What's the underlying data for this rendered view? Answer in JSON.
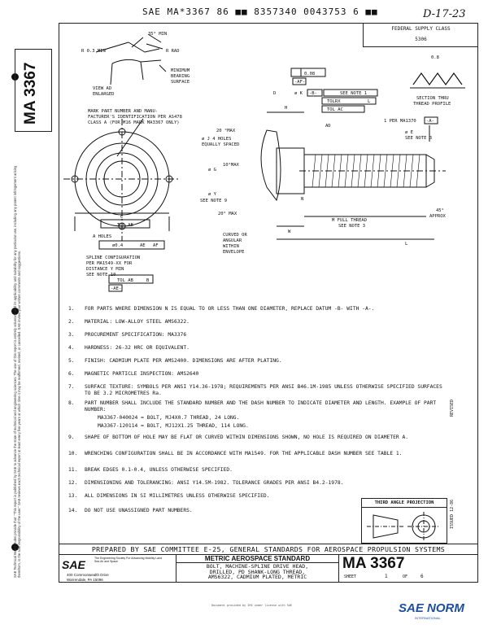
{
  "header": {
    "code_line": "SAE MA*3367 86 ■■ 8357340 0043753 6 ■■",
    "handwritten_date": "D-17-23"
  },
  "side_number": "MA 3367",
  "supply_class": {
    "label": "FEDERAL SUPPLY CLASS",
    "value": "5306"
  },
  "drawing": {
    "labels": {
      "angle_min": "35° MIN",
      "r_min": "R 0.3 MIN",
      "r_rad": "R RAD",
      "min_bearing_1": "MINIMUM",
      "min_bearing_2": "BEARING",
      "min_bearing_3": "SURFACE",
      "view_ad_1": "VIEW AD",
      "view_ad_2": "ENLARGED",
      "mark_1": "MARK PART NUMBER AND MANU-",
      "mark_2": "FACTURER'S IDENTIFICATION PER AS478",
      "mark_3": "CLASS A (FOR M16 MARK MA3367 ONLY)",
      "max_20": "20 °MAX",
      "holes_1": "ø J   4 HOLES",
      "holes_2": "EQUALLY SPACED",
      "max_10": "10°MAX",
      "g": "ø G",
      "y": "ø Y",
      "see_note_9": "SEE NOTE 9",
      "max_20b": "20° MAX",
      "curved_1": "CURVED OR",
      "curved_2": "ANGULAR",
      "curved_3": "WITHIN",
      "curved_4": "ENVELOPE",
      "datum_af": "-AF-",
      "tol_1": "0.08",
      "k": "ø K",
      "datum_b": "-B-",
      "see_note_1": "SEE NOTE 1",
      "tol_rx": "TOLRX",
      "ab": "L",
      "tol_2": "TOL AC",
      "a_lbl": "A",
      "h": "H",
      "d": "D",
      "ad": "AD",
      "per_ma": "1 PER MA1370",
      "datum_a": "-A-",
      "e": "ø E",
      "see_note_3": "SEE NOTE 3",
      "w": "W",
      "n": "N",
      "m_full_1": "M FULL THREAD",
      "m_full_2": "SEE NOTE 3",
      "l": "L",
      "approx_1": "45°",
      "approx_2": "APPROX",
      "section_1": "SECTION THRU",
      "section_2": "THREAD PROFILE",
      "dim_08": "0.8",
      "a_holes": "A HOLES",
      "pos_tol": "ø0.4",
      "spline_1": "SPLINE CONFIGURATION",
      "spline_2": "PER MA1549-XX FOR",
      "spline_3": "DISTANCE Y MIN",
      "spline_4": "SEE NOTE 10",
      "tol_ab": "TOL AB",
      "tol_ab_b": "B",
      "datum_ae": "-AE-",
      "fcf_ae": "AE",
      "fcf_af": "AF",
      "c": "C"
    }
  },
  "notes": [
    {
      "n": "1.",
      "t": "FOR PARTS WHERE DIMENSION N IS EQUAL TO OR LESS THAN ONE DIAMETER, REPLACE DATUM -B- WITH -A-."
    },
    {
      "n": "2.",
      "t": "MATERIAL: LOW-ALLOY STEEL AMS6322."
    },
    {
      "n": "3.",
      "t": "PROCUREMENT SPECIFICATION: MA3376"
    },
    {
      "n": "4.",
      "t": "HARDNESS: 26-32 HRC OR EQUIVALENT."
    },
    {
      "n": "5.",
      "t": "FINISH: CADMIUM PLATE PER AMS2400. DIMENSIONS ARE AFTER PLATING."
    },
    {
      "n": "6.",
      "t": "MAGNETIC PARTICLE INSPECTION: AMS2640"
    },
    {
      "n": "7.",
      "t": "SURFACE TEXTURE: SYMBOLS PER ANSI Y14.36-1978; REQUIREMENTS PER ANSI B46.1M-1985 UNLESS OTHERWISE SPECIFIED SURFACES TO BE 3.2 MICROMETRES Ra."
    },
    {
      "n": "8.",
      "t": "PART NUMBER SHALL INCLUDE THE STANDARD NUMBER AND THE DASH NUMBER TO INDICATE DIAMETER AND LENGTH. EXAMPLE OF PART NUMBER:"
    },
    {
      "n": "9.",
      "t": "SHAPE OF BOTTOM OF HOLE MAY BE FLAT OR CURVED WITHIN DIMENSIONS SHOWN, NO HOLE IS REQUIRED ON DIAMETER A."
    },
    {
      "n": "10.",
      "t": "WRENCHING CONFIGURATION SHALL BE IN ACCORDANCE WITH MA1549. FOR THE APPLICABLE DASH NUMBER SEE TABLE 1."
    },
    {
      "n": "11.",
      "t": "BREAK EDGES 0.1-0.4, UNLESS OTHERWISE SPECIFIED."
    },
    {
      "n": "12.",
      "t": "DIMENSIONING AND TOLERANCING: ANSI Y14.5M-1982. TOLERANCE GRADES PER ANSI B4.2-1978."
    },
    {
      "n": "13.",
      "t": "ALL DIMENSIONS IN SI MILLIMETRES UNLESS OTHERWISE SPECIFIED."
    },
    {
      "n": "14.",
      "t": "DO NOT USE UNASSIGNED PART NUMBERS."
    }
  ],
  "examples": [
    "MA3367-040024 = BOLT, MJ4X0.7 THREAD, 24 LONG.",
    "MA3367-120114 = BOLT, MJ12X1.25 THREAD, 114 LONG."
  ],
  "projection_title": "THIRD ANGLE PROJECTION",
  "revised": "REVISED",
  "issued": "ISSUED 12-86",
  "prepared_by": "PREPARED BY SAE COMMITTEE E-25, GENERAL STANDARDS FOR AEROSPACE PROPULSION SYSTEMS",
  "sae": {
    "logo": "SAE",
    "tagline": "The Engineering Society For Advancing Mobility Land Sea Air and Space",
    "address_1": "400 Commonwealth Drive",
    "address_2": "Warrendale, PA  15096"
  },
  "standard_title": "METRIC AEROSPACE STANDARD",
  "part_description": [
    "BOLT, MACHINE-SPLINE DRIVE HEAD,",
    "DRILLED, PD SHANK-LONG THREAD,",
    "AMS6322, CADMIUM PLATED, METRIC"
  ],
  "ma_number": "MA 3367",
  "sheet": {
    "label": "SHEET",
    "n": "1",
    "of_label": "OF",
    "total": "6"
  },
  "copyright_footer": "Document provided by IHS under license with SAE",
  "watermark": {
    "text": "SAE NORM",
    "sub": "INTERNATIONAL"
  },
  "legal_text": "SAE Technical Board Rules provide that: \"This report is published by SAE to advance the state of technical and engineering sciences. The use of this report is entirely voluntary, and its applicability and suitability for any particular use, including any patent infringement arising therefrom, is the sole responsibility of the user.\" SAE reviews each technical report at least every five years at which time it may be reaffirmed, revised, or cancelled. SAE invites your written comments and suggestions."
}
